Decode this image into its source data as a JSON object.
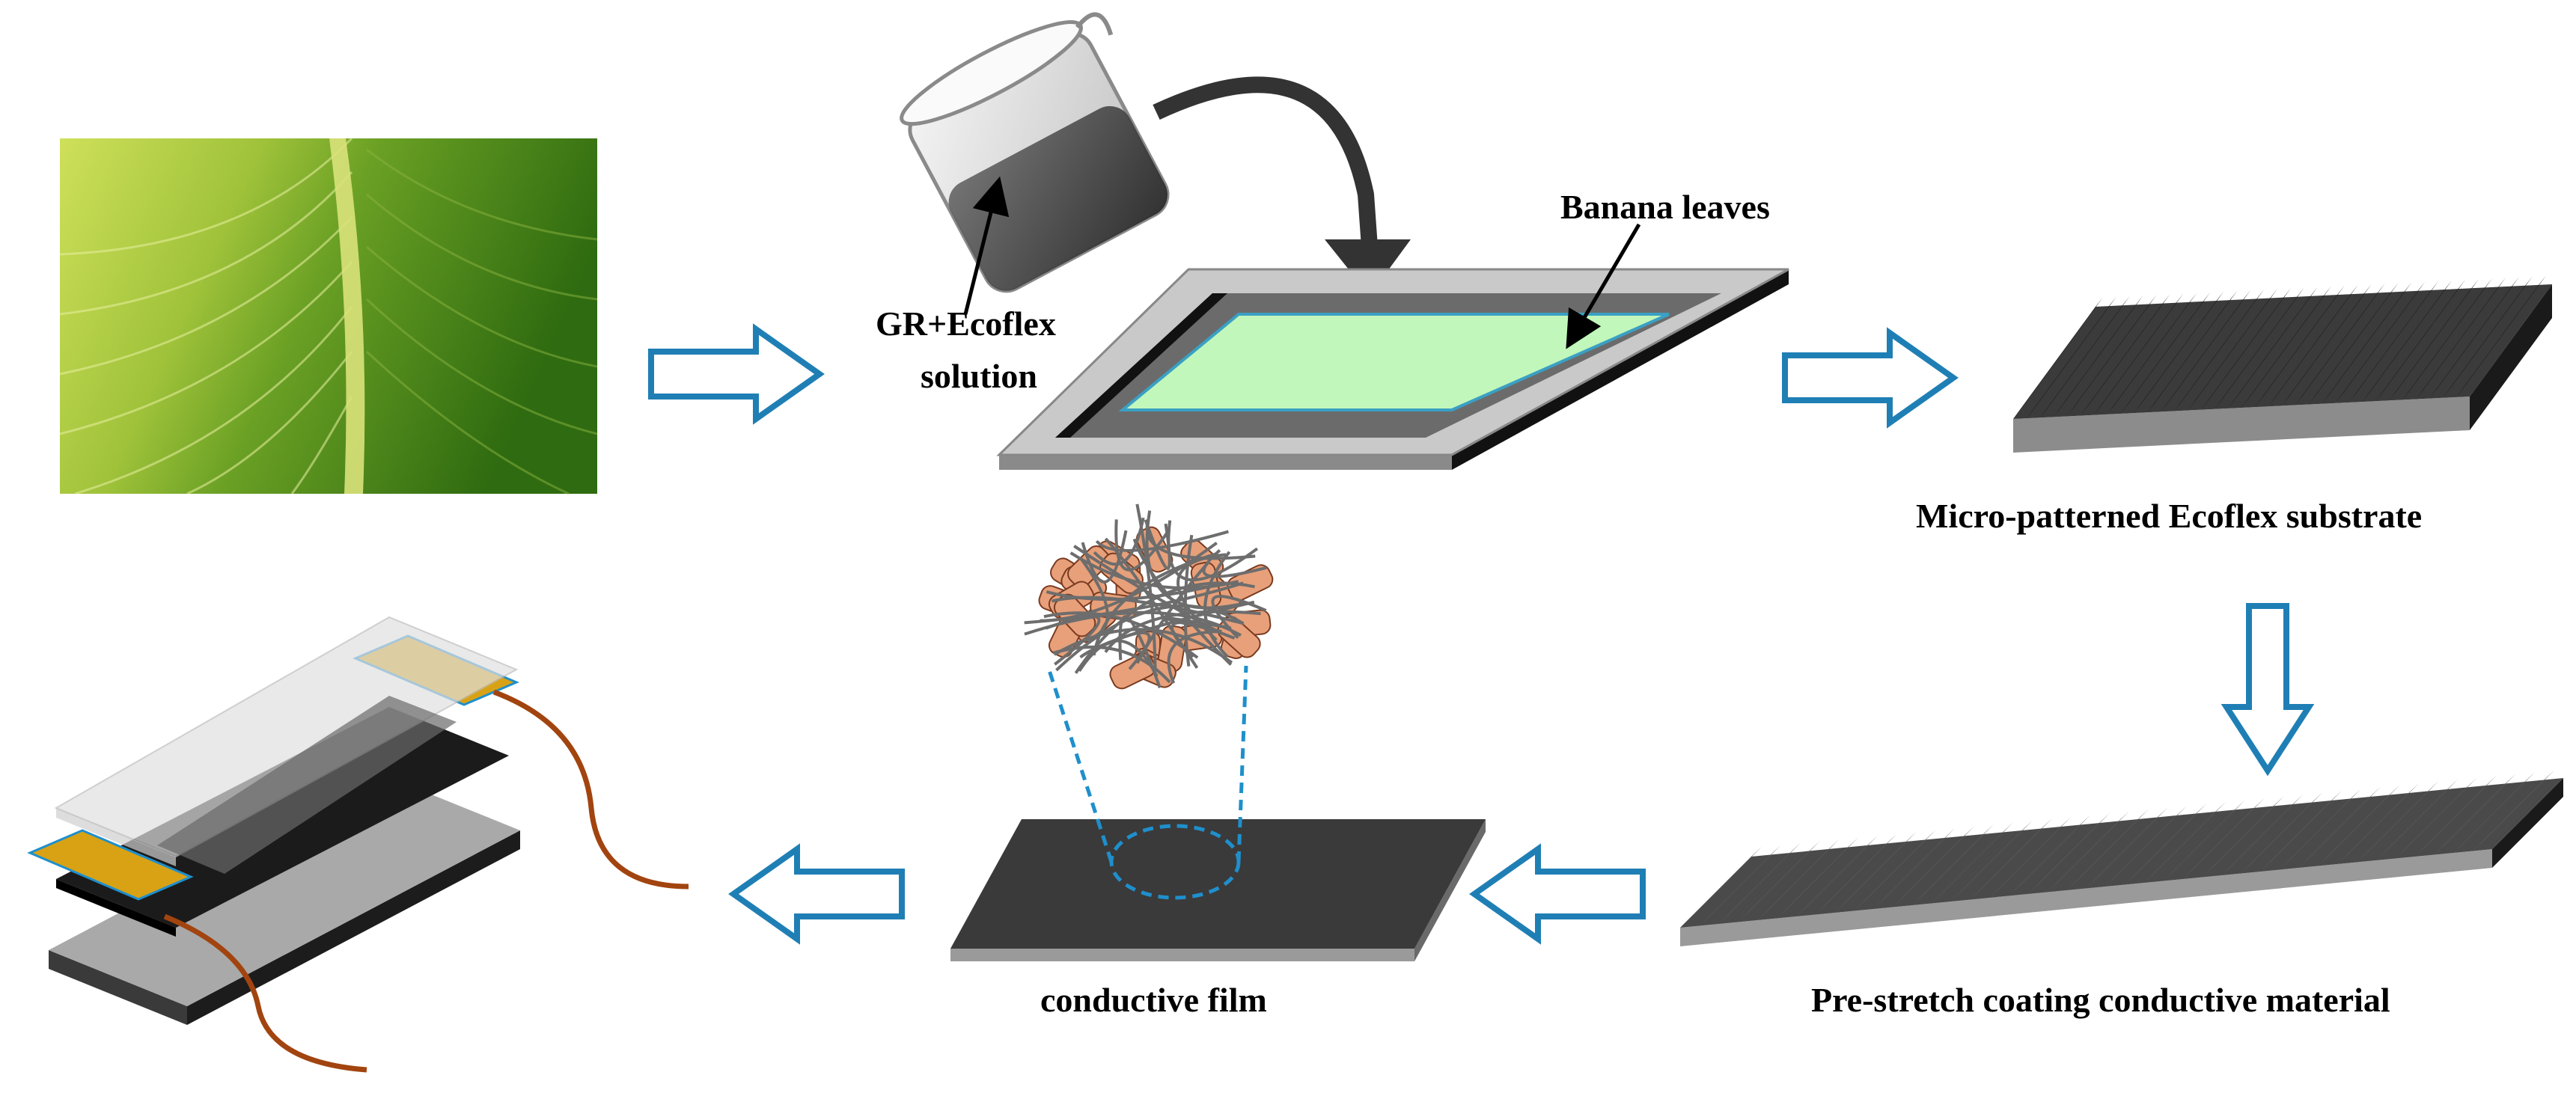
{
  "labels": {
    "gr_solution_line1": "GR+Ecoflex",
    "gr_solution_line2": "solution",
    "banana_leaves": "Banana leaves",
    "substrate": "Micro-patterned  Ecoflex  substrate",
    "coating": "Pre-stretch  coating  conductive  material",
    "film": "conductive film"
  },
  "colors": {
    "arrow_outline": "#1f7fb5",
    "mold_frame": "#c9c9c9",
    "mold_cavity": "#6b6b6b",
    "leaf_insert": "#c2f7bb",
    "ecoflex_dark": "#2f2f2f",
    "copper_wire": "#a2440f",
    "electrode": "#d9a215"
  }
}
